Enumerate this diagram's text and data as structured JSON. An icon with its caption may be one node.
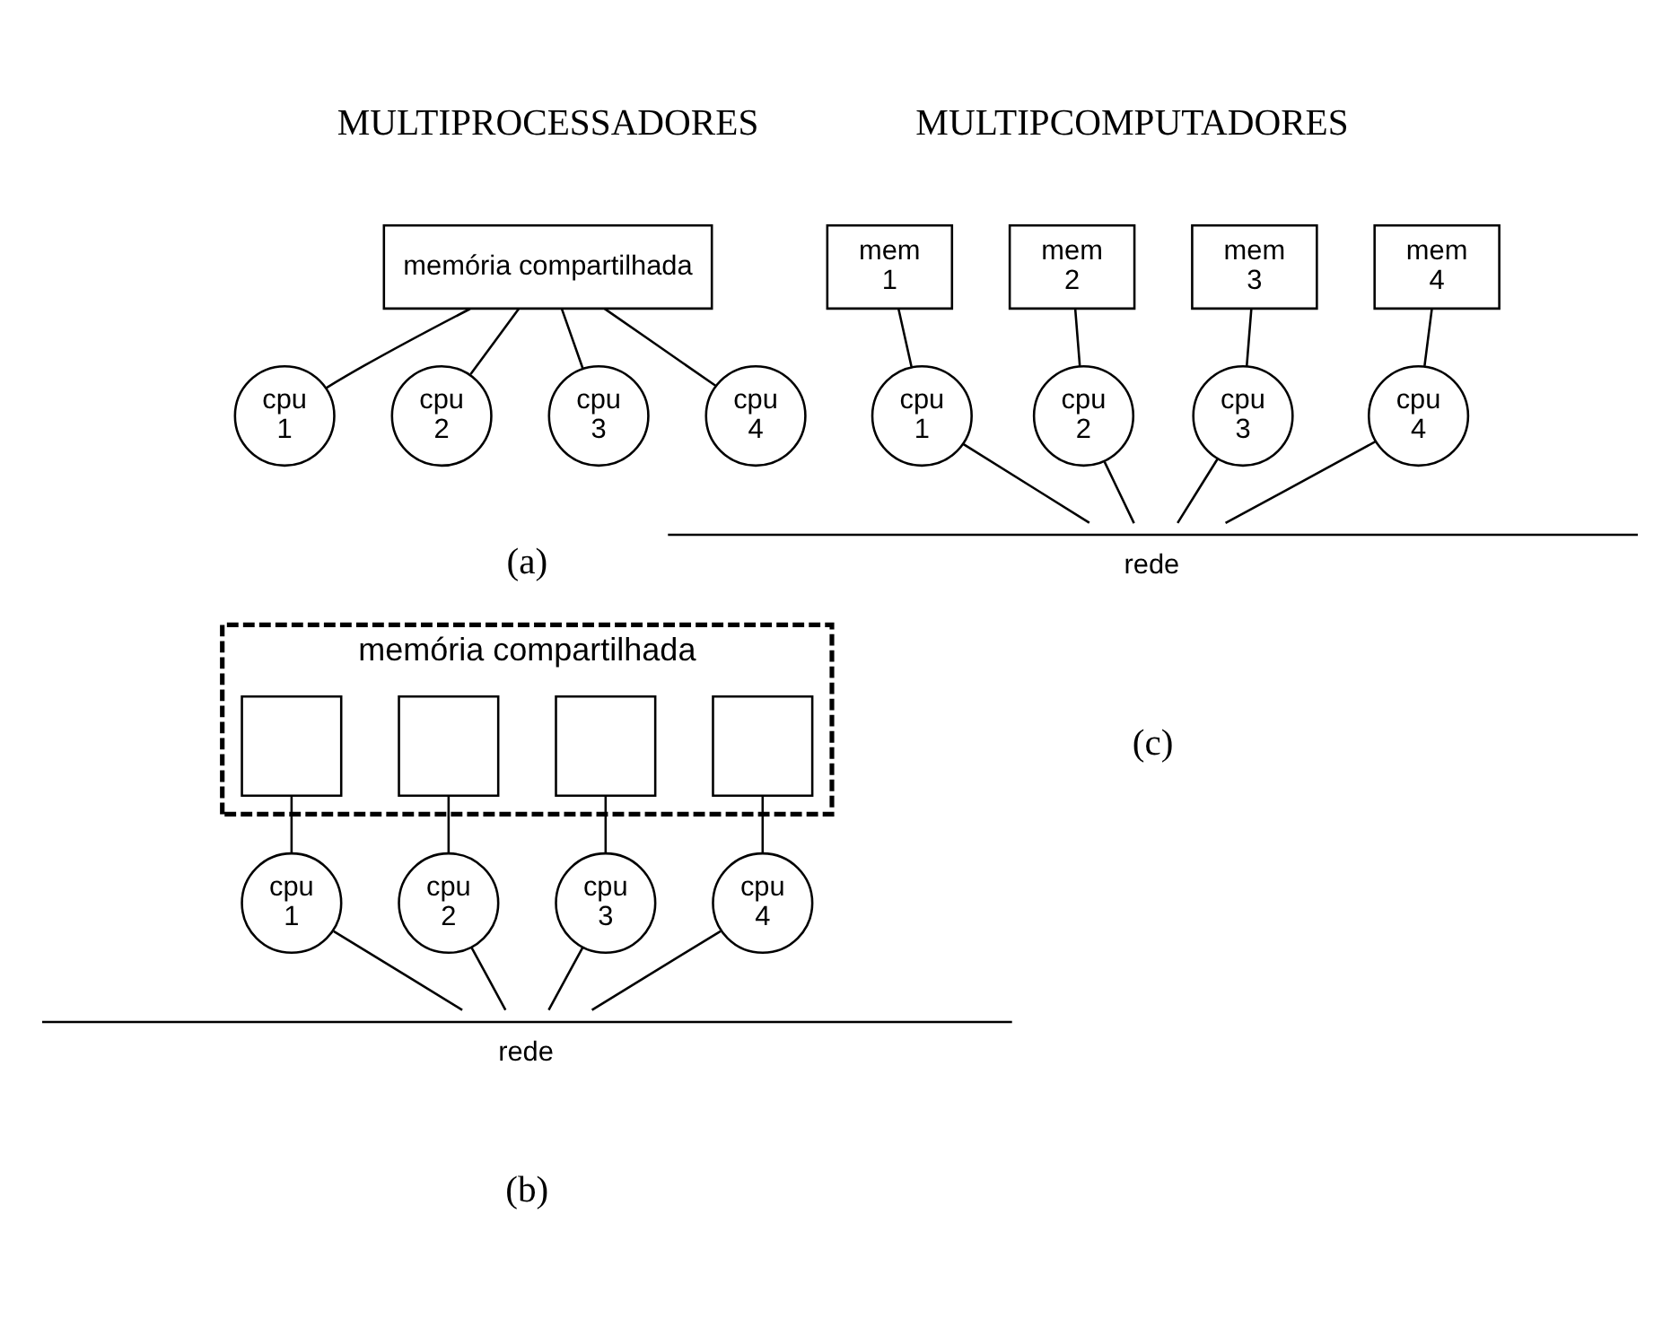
{
  "diagram": {
    "nodes": [
      {
        "text": [
          "memória compartilhada"
        ]
      },
      {
        "text": [
          "cpu 1"
        ]
      },
      {
        "text": [
          "cpu 2"
        ]
      },
      {
        "text": [
          "cpu 3"
        ]
      },
      {
        "text": [
          "cpu 4"
        ]
      },
      {
        "text": [
          "memória compartilhada"
        ]
      },
      {
        "text": [],
        "shape": "box",
        "in": 5
      },
      {
        "text": [],
        "shape": "box",
        "in": 5
      },
      {
        "text": [],
        "shape": "box",
        "in": 5
      },
      {
        "text": [],
        "shape": "box",
        "in": 5
      },
      {
        "text": [
          "cpu 1"
        ]
      },
      {
        "text": [
          "cpu 2"
        ]
      },
      {
        "text": [
          "cpu 3"
        ]
      },
      {
        "text": [
          "cpu 4"
        ]
      },
      {
        "text": [
          "rede"
        ]
      },
      {
        "text": [
          "mem 1"
        ]
      },
      {
        "text": [
          "mem 2"
        ]
      },
      {
        "text": [
          "mem 3"
        ]
      },
      {
        "text": [
          "mem 4"
        ]
      },
      {
        "text": [
          "cpu 1"
        ]
      },
      {
        "text": [
          "cpu 2"
        ]
      },
      {
        "text": [
          "cpu 3"
        ]
      },
      {
        "text": [
          "cpu 4"
        ]
      },
      {
        "text": [
          "rede"
        ]
      }
    ],
    "edges": [
      {
        "from": 0,
        "to": 1,
        "arrow": "none"
      },
      {
        "from": 0,
        "to": 2,
        "arrow": "none"
      },
      {
        "from": 0,
        "to": 3,
        "arrow": "none"
      },
      {
        "from": 0,
        "to": 4,
        "arrow": "none"
      },
      {
        "from": 6,
        "to": 10,
        "arrow": "none"
      },
      {
        "from": 7,
        "to": 11,
        "arrow": "none"
      },
      {
        "from": 8,
        "to": 12,
        "arrow": "none"
      },
      {
        "from": 9,
        "to": 13,
        "arrow": "none"
      },
      {
        "from": 10,
        "to": 14,
        "arrow": "none"
      },
      {
        "from": 11,
        "to": 14,
        "arrow": "none"
      },
      {
        "from": 12,
        "to": 14,
        "arrow": "none"
      },
      {
        "from": 13,
        "to": 14,
        "arrow": "none"
      },
      {
        "from": 15,
        "to": 19,
        "arrow": "none"
      },
      {
        "from": 16,
        "to": 20,
        "arrow": "none"
      },
      {
        "from": 17,
        "to": 21,
        "arrow": "none"
      },
      {
        "from": 18,
        "to": 22,
        "arrow": "none"
      },
      {
        "from": 19,
        "to": 23,
        "arrow": "none"
      },
      {
        "from": 20,
        "to": 23,
        "arrow": "none"
      },
      {
        "from": 21,
        "to": 23,
        "arrow": "none"
      },
      {
        "from": 22,
        "to": 23,
        "arrow": "none"
      }
    ],
    "labels": [
      "MULTIPROCESSADORES",
      "(a)",
      "(b)",
      "MULTIPCOMPUTADORES",
      "(c)"
    ]
  }
}
